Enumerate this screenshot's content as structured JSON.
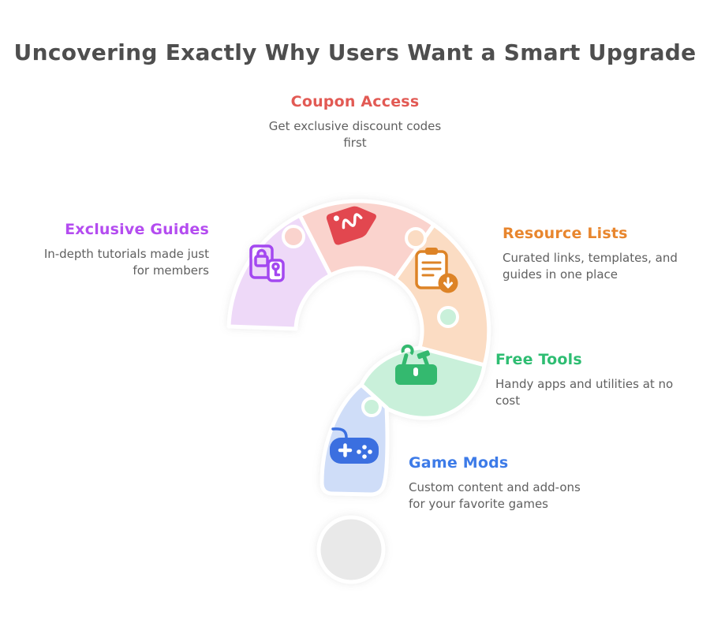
{
  "title": "Uncovering Exactly Why Users Want a Smart Upgrade",
  "items": [
    {
      "id": "coupon-access",
      "label": "Coupon Access",
      "heading_color": "#e25a54",
      "icon": "tag-icon",
      "icon_color": "#e2474f",
      "desc_line1": "Get exclusive discount codes",
      "desc_line2": "first"
    },
    {
      "id": "exclusive-guides",
      "label": "Exclusive Guides",
      "heading_color": "#b44cf0",
      "icon": "phone-lock-icon",
      "icon_color": "#a348f0",
      "desc_line1": "In-depth tutorials made just",
      "desc_line2": "for members"
    },
    {
      "id": "resource-lists",
      "label": "Resource Lists",
      "heading_color": "#e8862e",
      "icon": "clipboard-download-icon",
      "icon_color": "#dd8326",
      "desc_line1": "Curated links, templates, and",
      "desc_line2": "guides in one place"
    },
    {
      "id": "free-tools",
      "label": "Free Tools",
      "heading_color": "#2ebd72",
      "icon": "toolbox-icon",
      "icon_color": "#34b96f",
      "desc_line1": "Handy apps and utilities at no",
      "desc_line2": "cost"
    },
    {
      "id": "game-mods",
      "label": "Game Mods",
      "heading_color": "#3d7be8",
      "icon": "gamepad-icon",
      "icon_color": "#3b6fe0",
      "desc_line1": "Custom content and add-ons",
      "desc_line2": "for your favorite games"
    }
  ],
  "puzzle": {
    "pieces": [
      {
        "name": "guides-piece",
        "fill": "#eed9f8"
      },
      {
        "name": "coupon-piece",
        "fill": "#fad3cd"
      },
      {
        "name": "resources-piece",
        "fill": "#fbdcc3"
      },
      {
        "name": "tools-piece",
        "fill": "#c9f0da"
      },
      {
        "name": "mods-piece",
        "fill": "#cfddf8"
      }
    ],
    "dot_fill": "#e9e9e9"
  }
}
